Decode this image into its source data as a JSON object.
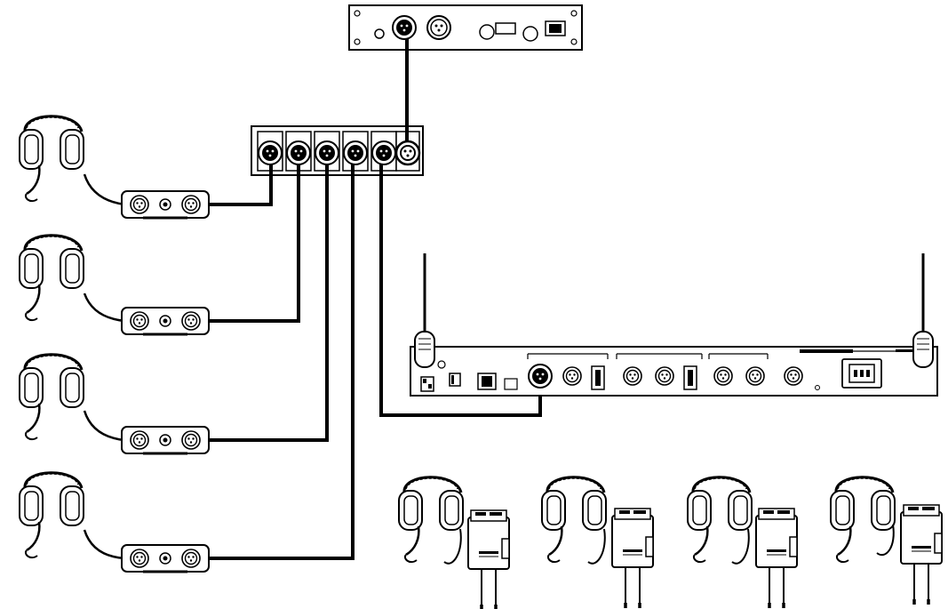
{
  "diagram": {
    "type": "intercom-wiring",
    "wired_headsets": 4,
    "wireless_beltpacks": 4,
    "splitter_ports": 6,
    "colors": {
      "line": "#000000",
      "fill": "#ffffff",
      "shade": "#dddddd"
    }
  }
}
